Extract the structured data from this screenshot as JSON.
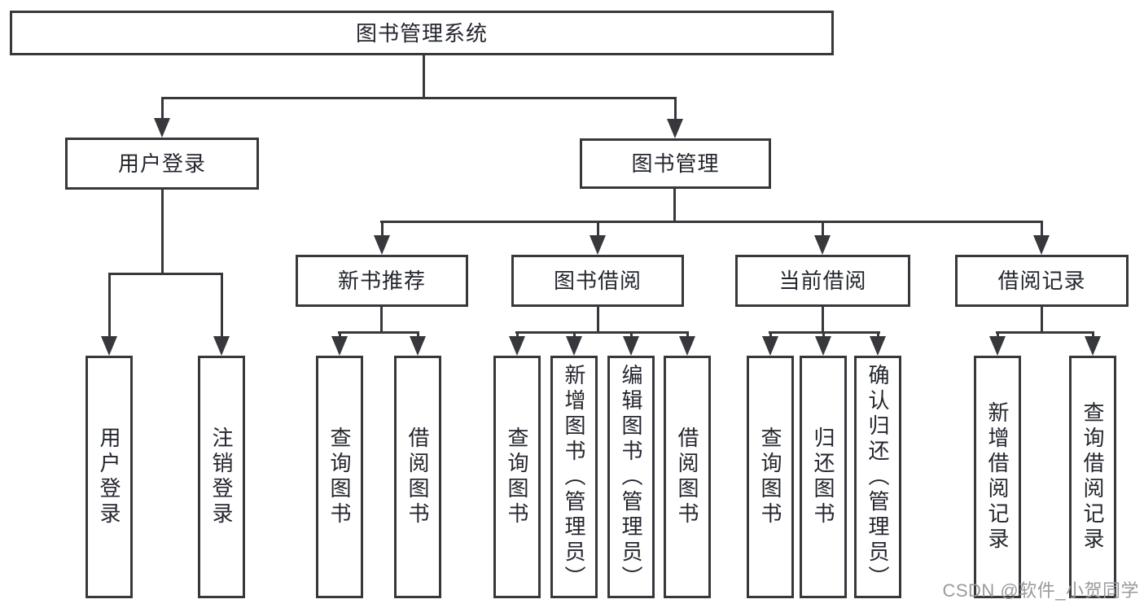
{
  "colors": {
    "line": "#36383c",
    "text": "#23262d",
    "background": "#ffffff",
    "watermark": "#9a9a9e"
  },
  "watermark": {
    "text": "CSDN @软件_小贺同学"
  },
  "tree": {
    "root": {
      "label": "图书管理系统"
    },
    "branches": [
      {
        "label": "用户登录",
        "children": [
          "用户登录",
          "注销登录"
        ]
      },
      {
        "label": "图书管理",
        "children": [
          {
            "label": "新书推荐",
            "children": [
              "查询图书",
              "借阅图书"
            ]
          },
          {
            "label": "图书借阅",
            "children": [
              "查询图书",
              "新增图书（管理员）",
              "编辑图书（管理员）",
              "借阅图书"
            ]
          },
          {
            "label": "当前借阅",
            "children": [
              "查询图书",
              "归还图书",
              "确认归还（管理员）"
            ]
          },
          {
            "label": "借阅记录",
            "children": [
              "新增借阅记录",
              "查询借阅记录"
            ]
          }
        ]
      }
    ]
  }
}
